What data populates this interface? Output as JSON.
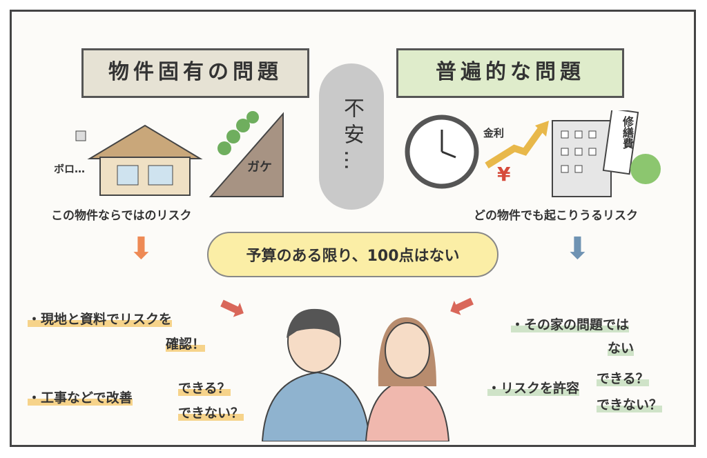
{
  "left": {
    "title": "物件固有の問題",
    "sound_label": "ボロ…",
    "cliff_label": "ガケ",
    "caption": "この物件ならではのリスク",
    "notes": [
      {
        "line1": "・現地と資料でリスクを",
        "line2": "確認！"
      },
      {
        "line1": "・工事などで改善",
        "line2": "できる？",
        "line3": "できない？"
      }
    ]
  },
  "center": {
    "anxiety": "不安…",
    "banner": "予算のある限り、100点はない"
  },
  "right": {
    "title": "普遍的な問題",
    "rate_label": "金利",
    "yen": "¥",
    "repair_label": "修繕費",
    "caption": "どの物件でも起こりうるリスク",
    "notes": [
      {
        "line1": "・その家の問題では",
        "line2": "ない"
      },
      {
        "line1": "・リスクを許容",
        "line2": "できる？",
        "line3": "できない？"
      }
    ]
  },
  "colors": {
    "left_arrow": "#ee8a55",
    "right_arrow": "#6f93b3",
    "red_arrow": "#d9675a"
  }
}
